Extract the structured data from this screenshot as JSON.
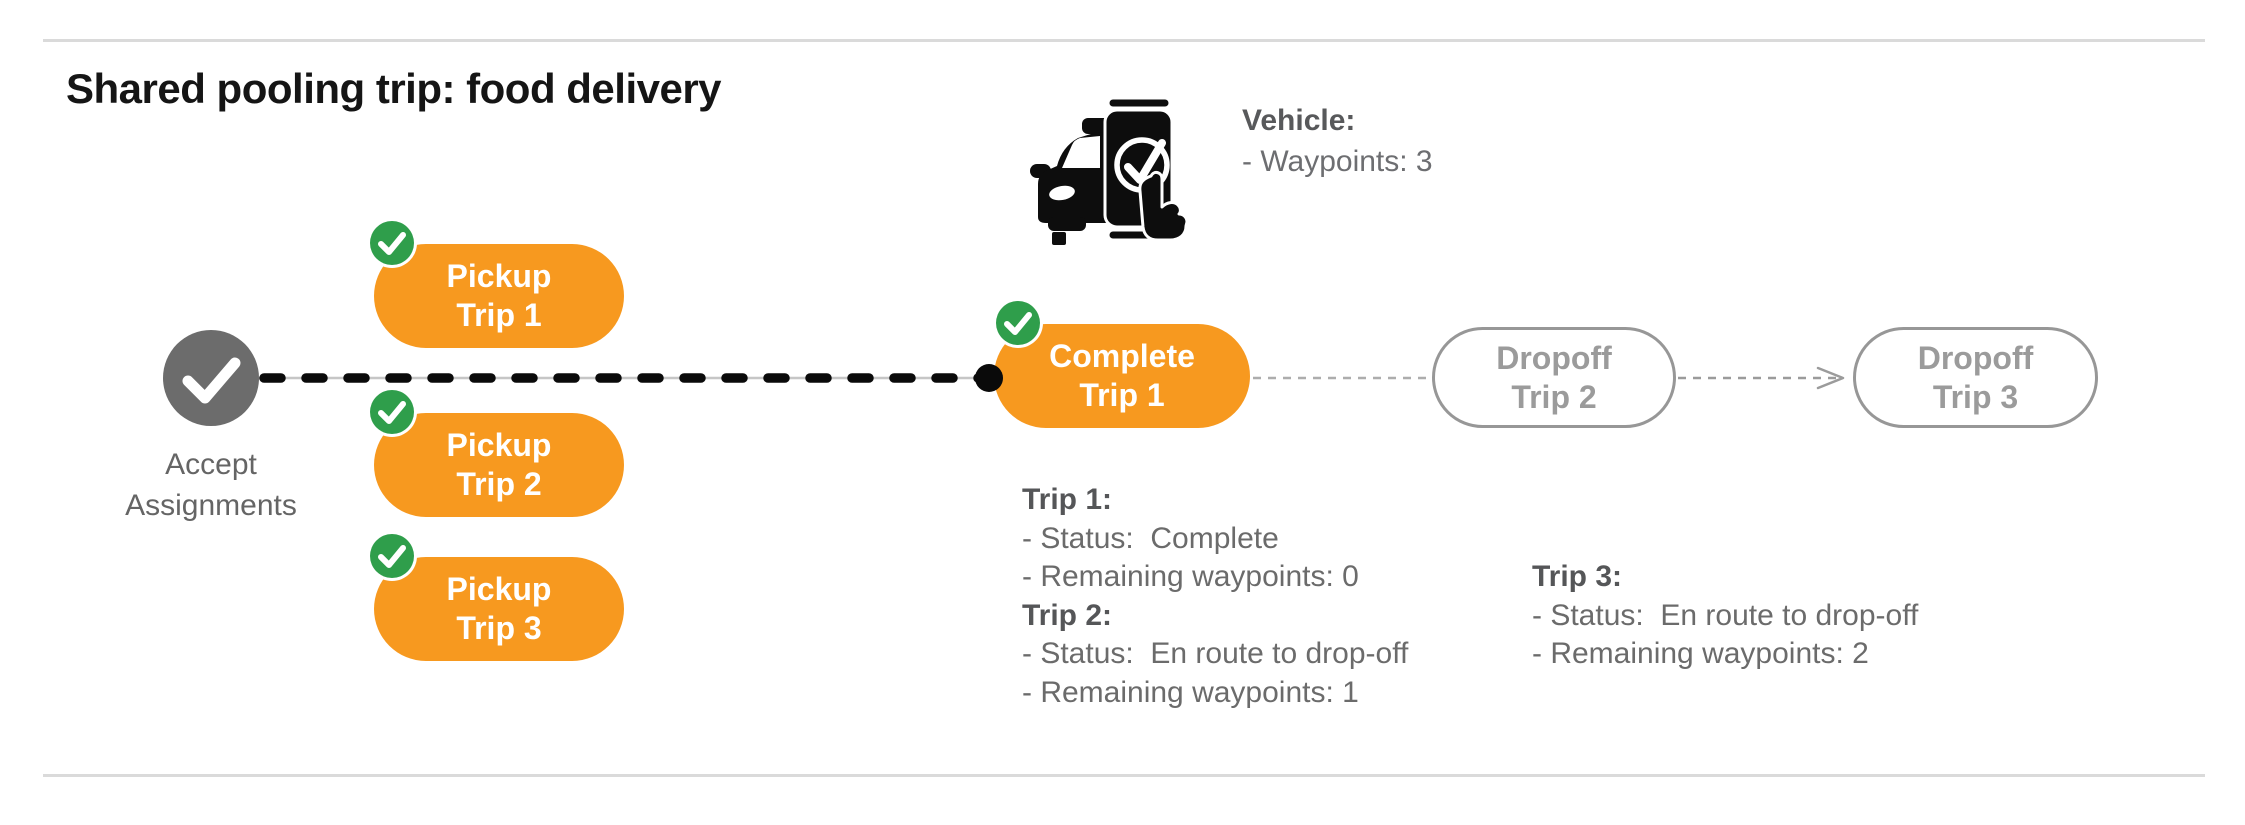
{
  "title": "Shared pooling trip: food delivery",
  "vehicle": {
    "icon": "car-phone-check-icon",
    "label": "Vehicle:",
    "waypoints": "- Waypoints: 3"
  },
  "flow": {
    "accept": {
      "label_line1": "Accept",
      "label_line2": "Assignments"
    },
    "pickups": [
      {
        "line1": "Pickup",
        "line2": "Trip 1"
      },
      {
        "line1": "Pickup",
        "line2": "Trip 2"
      },
      {
        "line1": "Pickup",
        "line2": "Trip 3"
      }
    ],
    "complete": {
      "line1": "Complete",
      "line2": "Trip 1"
    },
    "dropoffs": [
      {
        "line1": "Dropoff",
        "line2": "Trip 2"
      },
      {
        "line1": "Dropoff",
        "line2": "Trip 3"
      }
    ]
  },
  "status_blocks": [
    {
      "rows": [
        {
          "text": "Trip 1:",
          "bold": true
        },
        {
          "text": "- Status:  Complete"
        },
        {
          "text": "- Remaining waypoints: 0"
        },
        {
          "text": "Trip 2:",
          "bold": true
        },
        {
          "text": "- Status:  En route to drop-off"
        },
        {
          "text": "- Remaining waypoints: 1"
        }
      ]
    },
    {
      "rows": [
        {
          "text": "Trip 3:",
          "bold": true
        },
        {
          "text": "- Status:  En route to drop-off"
        },
        {
          "text": "- Remaining waypoints: 2"
        }
      ]
    }
  ],
  "colors": {
    "orange": "#F7991F",
    "green": "#2F9E4B",
    "gray_node": "#6C6C6C",
    "gray_outline": "#979797",
    "text_gray": "#656565",
    "black": "#0A0A0A",
    "rule": "#DADADA"
  }
}
